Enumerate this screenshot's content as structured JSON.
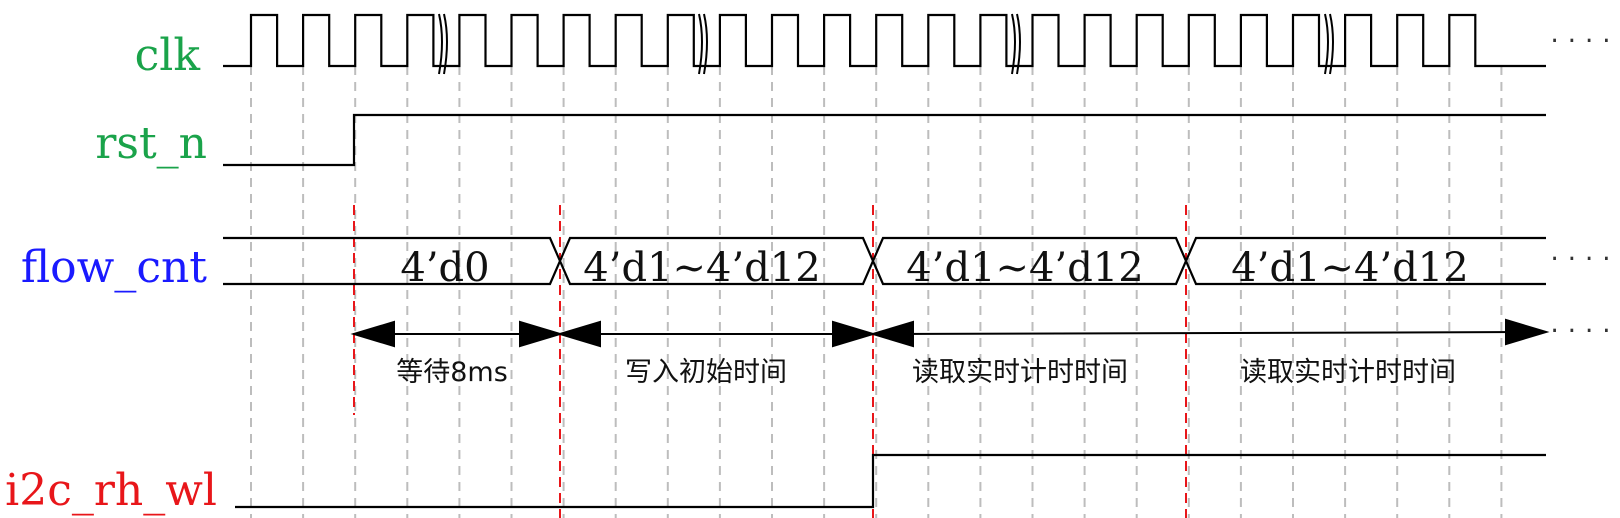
{
  "colors": {
    "clk": "#1aa34a",
    "rst_n": "#1aa34a",
    "flow_cnt": "#1a1aff",
    "i2c_rh_wl": "#e8161a",
    "marker": "#e8161a",
    "grid": "#bdbdbd",
    "wave": "#000000"
  },
  "signals": {
    "clk": "clk",
    "rst_n": "rst_n",
    "flow_cnt": "flow_cnt",
    "i2c_rh_wl": "i2c_rh_wl"
  },
  "flow_cnt_values": [
    "4’d0",
    "4’d1~4’d12",
    "4’d1~4’d12",
    "4’d1~4’d12"
  ],
  "phases": [
    "等待8ms",
    "写入初始时间",
    "读取实时计时时间",
    "读取实时计时时间"
  ],
  "continuation": "·····"
}
